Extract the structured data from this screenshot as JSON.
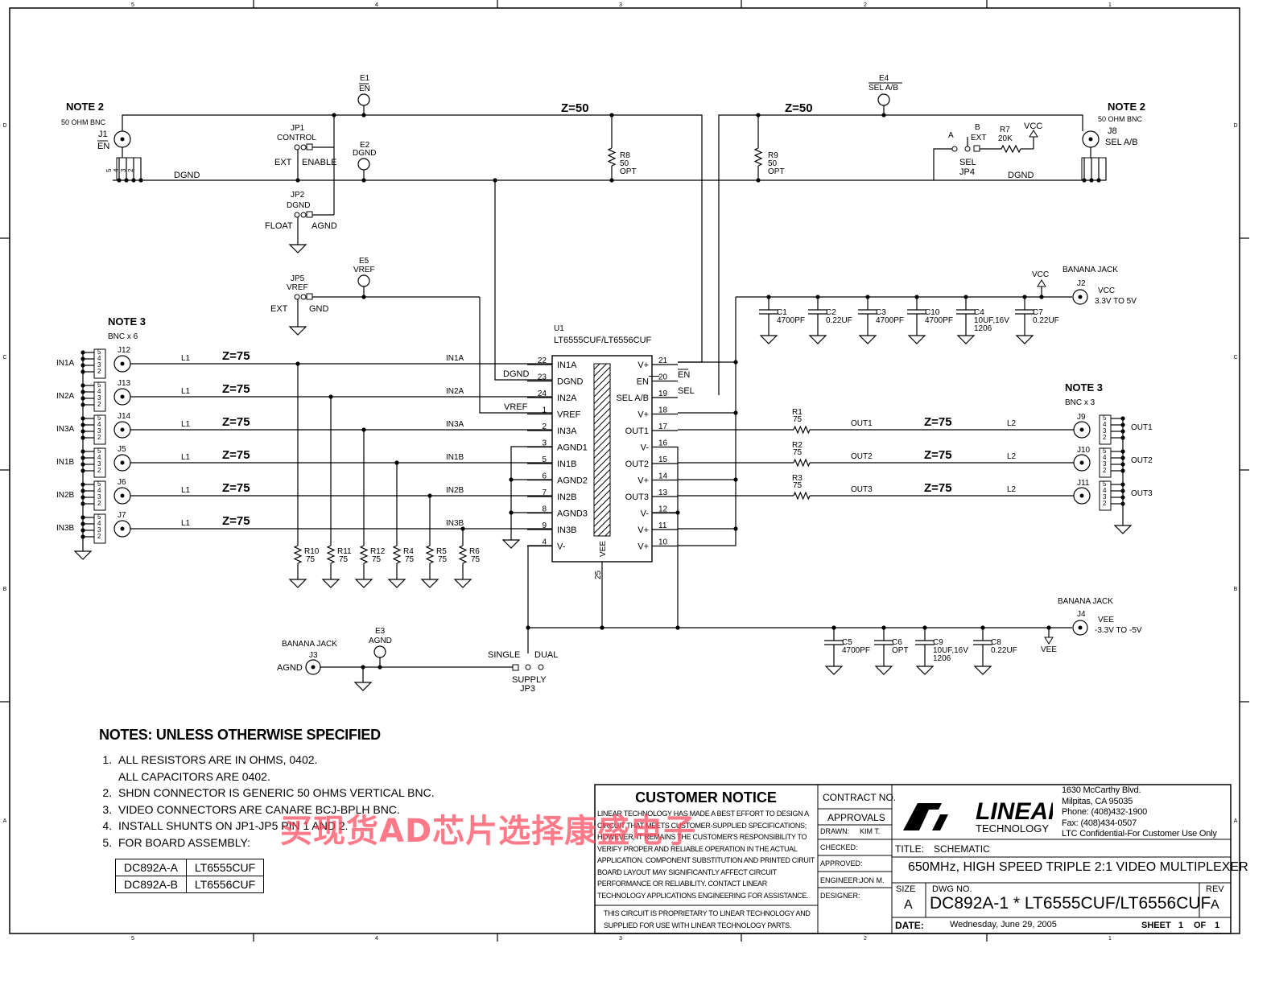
{
  "frame": {
    "top_zones": [
      "5",
      "4",
      "3",
      "2",
      "1"
    ],
    "bottom_zones": [
      "5",
      "4",
      "3",
      "2",
      "1"
    ],
    "side_zones": [
      "D",
      "C",
      "B",
      "A"
    ]
  },
  "labels": {
    "note2": "NOTE 2",
    "note3": "NOTE 3",
    "bnc50": "50 OHM BNC",
    "bnc_x6": "BNC x 6",
    "bnc_x3": "BNC x 3",
    "j1": "J1",
    "j1_sig": "EN",
    "j8": "J8",
    "j8_sig": "SEL A/B",
    "dgnd": "DGND",
    "agnd": "AGND",
    "z50": "Z=50",
    "z75": "Z=75",
    "e1": "E1",
    "e1_sig": "EN",
    "e2": "E2",
    "e2_sig": "DGND",
    "e3": "E3",
    "e3_sig": "AGND",
    "e4": "E4",
    "e4_sig": "SEL A/B",
    "e5": "E5",
    "e5_sig": "VREF",
    "jp1": "JP1",
    "jp1_name": "CONTROL",
    "ext": "EXT",
    "enable": "ENABLE",
    "jp2": "JP2",
    "jp2_name": "DGND",
    "float": "FLOAT",
    "jp5": "JP5",
    "jp5_name": "VREF",
    "gnd": "GND",
    "jp4": "JP4",
    "jp4_sel": "SEL",
    "jp4_a": "A",
    "jp4_b": "B",
    "jp4_ext": "EXT",
    "r7": "R7",
    "r7_val": "20K",
    "vcc": "VCC",
    "vee": "VEE",
    "r8": "R8",
    "r9": "R9",
    "r50": "50",
    "opt": "OPT",
    "u1": "U1",
    "u1_part": "LT6555CUF/LT6556CUF",
    "banana_jack": "BANANA JACK",
    "j2": "J2",
    "vcc_range": "3.3V TO 5V",
    "j4": "J4",
    "vee_range": "-3.3V TO -5V",
    "j3": "J3",
    "jp3": "JP3",
    "supply": "SUPPLY",
    "single": "SINGLE",
    "dual": "DUAL",
    "l1": "L1",
    "l2": "L2",
    "r75": "75",
    "ic_dgnd": "DGND",
    "ic_vref": "VREF",
    "ic_en": "EN",
    "ic_sel": "SEL",
    "vee_pin": "VEE",
    "pin25": "25"
  },
  "inputs": [
    {
      "net": "IN1A",
      "jack": "J12",
      "ic_label": "IN1A",
      "pin": "22",
      "r": "R10"
    },
    {
      "net": "IN2A",
      "jack": "J13",
      "ic_label": "IN2A",
      "pin": "24",
      "r": "R11"
    },
    {
      "net": "IN3A",
      "jack": "J14",
      "ic_label": "IN3A",
      "pin": "2",
      "r": "R12"
    },
    {
      "net": "IN1B",
      "jack": "J5",
      "ic_label": "IN1B",
      "pin": "5",
      "r": "R4"
    },
    {
      "net": "IN2B",
      "jack": "J6",
      "ic_label": "IN2B",
      "pin": "7",
      "r": "R5"
    },
    {
      "net": "IN3B",
      "jack": "J7",
      "ic_label": "IN3B",
      "pin": "9",
      "r": "R6"
    }
  ],
  "outputs": [
    {
      "net": "OUT1",
      "jack": "J9",
      "r": "R1"
    },
    {
      "net": "OUT2",
      "jack": "J10",
      "r": "R2"
    },
    {
      "net": "OUT3",
      "jack": "J11",
      "r": "R3"
    }
  ],
  "ic_left_pins": [
    {
      "name": "IN1A",
      "num": "22"
    },
    {
      "name": "DGND",
      "num": "23"
    },
    {
      "name": "IN2A",
      "num": "24"
    },
    {
      "name": "VREF",
      "num": "1"
    },
    {
      "name": "IN3A",
      "num": "2"
    },
    {
      "name": "AGND1",
      "num": "3"
    },
    {
      "name": "IN1B",
      "num": "5"
    },
    {
      "name": "AGND2",
      "num": "6"
    },
    {
      "name": "IN2B",
      "num": "7"
    },
    {
      "name": "AGND3",
      "num": "8"
    },
    {
      "name": "IN3B",
      "num": "9"
    },
    {
      "name": "V-",
      "num": "4"
    }
  ],
  "ic_right_pins": [
    {
      "name": "V+",
      "num": "21"
    },
    {
      "name": "EN",
      "num": "20"
    },
    {
      "name": "SEL A/B",
      "num": "19"
    },
    {
      "name": "V+",
      "num": "18"
    },
    {
      "name": "OUT1",
      "num": "17"
    },
    {
      "name": "V-",
      "num": "16"
    },
    {
      "name": "OUT2",
      "num": "15"
    },
    {
      "name": "V+",
      "num": "14"
    },
    {
      "name": "OUT3",
      "num": "13"
    },
    {
      "name": "V-",
      "num": "12"
    },
    {
      "name": "V+",
      "num": "11"
    },
    {
      "name": "V+",
      "num": "10"
    }
  ],
  "vcc_caps": [
    {
      "ref": "C1",
      "val": "4700PF",
      "val2": ""
    },
    {
      "ref": "C2",
      "val": "0.22UF",
      "val2": ""
    },
    {
      "ref": "C3",
      "val": "4700PF",
      "val2": ""
    },
    {
      "ref": "C10",
      "val": "4700PF",
      "val2": ""
    },
    {
      "ref": "C4",
      "val": "10UF,16V",
      "val2": "1206"
    },
    {
      "ref": "C7",
      "val": "0.22UF",
      "val2": ""
    }
  ],
  "vee_caps": [
    {
      "ref": "C5",
      "val": "4700PF",
      "val2": ""
    },
    {
      "ref": "C6",
      "val": "OPT",
      "val2": ""
    },
    {
      "ref": "C9",
      "val": "10UF,16V",
      "val2": "1206"
    },
    {
      "ref": "C8",
      "val": "0.22UF",
      "val2": ""
    }
  ],
  "bnc_pins": [
    "5",
    "4",
    "3",
    "2"
  ],
  "bnc_pins_top": [
    "5",
    "4",
    "3",
    "2"
  ],
  "notes": {
    "heading": "NOTES:  UNLESS OTHERWISE SPECIFIED",
    "items": [
      "ALL RESISTORS ARE IN OHMS, 0402.",
      "SHDN CONNECTOR IS GENERIC 50 OHMS VERTICAL BNC.",
      "VIDEO CONNECTORS ARE CANARE BCJ-BPLH  BNC.",
      "INSTALL SHUNTS ON JP1-JP5 PIN 1 AND 2.",
      "FOR BOARD ASSEMBLY:"
    ],
    "item1_cont": "ALL CAPACITORS ARE 0402."
  },
  "assembly": [
    {
      "board": "DC892A-A",
      "part": "LT6555CUF"
    },
    {
      "board": "DC892A-B",
      "part": "LT6556CUF"
    }
  ],
  "title_block": {
    "notice_title": "CUSTOMER NOTICE",
    "notice_body": "LINEAR TECHNOLOGY HAS MADE A BEST EFFORT TO DESIGN A CIRCUIT THAT MEETS CUSTOMER-SUPPLIED SPECIFICATIONS; HOWEVER, IT REMAINS THE CUSTOMER'S RESPONSIBILITY TO VERIFY PROPER AND RELIABLE OPERATION IN THE ACTUAL APPLICATION.  COMPONENT SUBSTITUTION AND PRINTED CIRUIT BOARD LAYOUT MAY SIGNIFICANTLY AFFECT CIRCUIT PERFORMANCE OR RELIABILITY.  CONTACT LINEAR TECHNOLOGY APPLICATIONS ENGINEERING FOR ASSISTANCE.",
    "proprietary": "THIS CIRCUIT IS PROPRIETARY TO LINEAR TECHNOLOGY AND SUPPLIED FOR USE WITH LINEAR TECHNOLOGY PARTS.",
    "contract_no": "CONTRACT NO.",
    "approvals": "APPROVALS",
    "drawn_label": "DRAWN:",
    "drawn": "KIM T.",
    "checked": "CHECKED:",
    "approved": "APPROVED:",
    "engineer_label": "ENGINEER:",
    "engineer": "JON M.",
    "designer": "DESIGNER:",
    "logo_text": "LINEAR",
    "logo_sub": "TECHNOLOGY",
    "address": [
      "1630 McCarthy Blvd.",
      "Milpitas, CA 95035",
      "Phone: (408)432-1900",
      "Fax: (408)434-0507",
      "LTC Confidential-For Customer Use Only"
    ],
    "title_label": "TITLE:",
    "title": "SCHEMATIC",
    "subtitle": "650MHz, HIGH SPEED TRIPLE 2:1 VIDEO MULTIPLEXER",
    "size_label": "SIZE",
    "size": "A",
    "dwg_label": "DWG NO.",
    "dwg": "DC892A-1 * LT6555CUF/LT6556CUF",
    "rev_label": "REV",
    "rev": "A",
    "date_label": "DATE:",
    "date": "Wednesday, June 29, 2005",
    "sheet_label": "SHEET",
    "sheet": "1",
    "of_label": "OF",
    "of": "1"
  },
  "watermark": "买现货AD芯片选择康盛电子"
}
